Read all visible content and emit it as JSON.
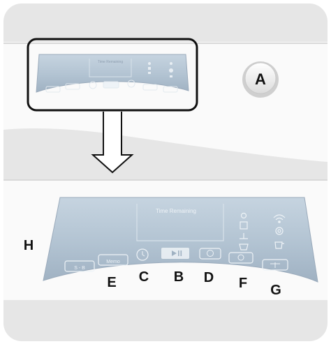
{
  "top_panel": {
    "display_text": "Time Remaining",
    "knob_label": "A"
  },
  "bottom_panel": {
    "display_text": "Time Remaining",
    "buttons": [
      {
        "id": "s-b",
        "text": "S - B",
        "callout": ""
      },
      {
        "id": "memo",
        "text": "Memo",
        "callout": "E"
      },
      {
        "id": "timer",
        "text": "",
        "callout": "C"
      },
      {
        "id": "start-pause",
        "text": "",
        "callout": "B"
      },
      {
        "id": "cycle",
        "text": "",
        "callout": "D"
      },
      {
        "id": "options",
        "text": "",
        "callout": "F"
      },
      {
        "id": "extra",
        "text": "",
        "callout": "G"
      }
    ],
    "panel_callout": "H"
  },
  "colors": {
    "device_body": "#e8e8e8",
    "lcd_glass": "#b5c7d6",
    "frame": "#111111"
  }
}
